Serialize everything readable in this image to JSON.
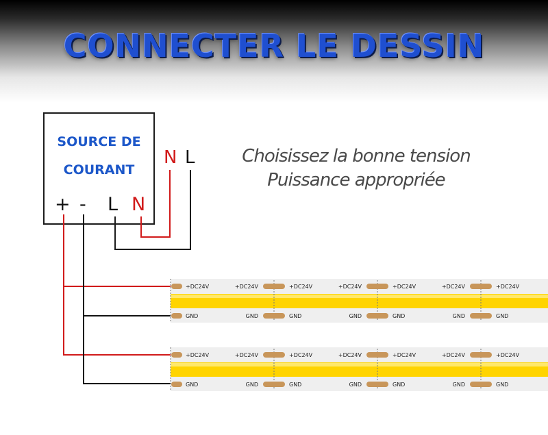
{
  "title": "CONNECTER LE DESSIN",
  "power_source": {
    "label_line1": "SOURCE DE",
    "label_line2": "COURANT",
    "terminals": [
      "+",
      "-",
      "L",
      "N"
    ]
  },
  "ac_input": {
    "n": "N",
    "l": "L"
  },
  "note": {
    "line1": "Choisissez la bonne tension",
    "line2": "Puissance appropriée"
  },
  "strip": {
    "positive_label": "+DC24V",
    "negative_label": "GND",
    "count": 2
  },
  "colors": {
    "title": "#1f4fd0",
    "psu_text": "#1c57c9",
    "positive_wire": "#d11a1a",
    "negative_wire": "#111111",
    "cob_yellow": "#ffd400",
    "pad_copper": "#c8965a"
  }
}
